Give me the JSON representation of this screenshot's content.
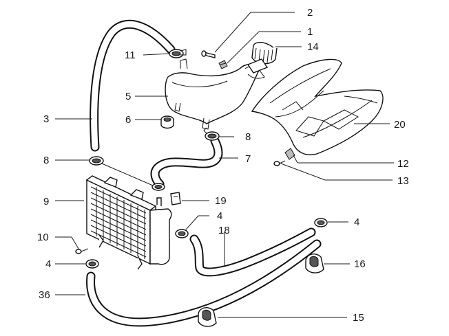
{
  "callouts": [
    {
      "id": "c2",
      "text": "2"
    },
    {
      "id": "c1",
      "text": "1"
    },
    {
      "id": "c14",
      "text": "14"
    },
    {
      "id": "c11",
      "text": "11"
    },
    {
      "id": "c5",
      "text": "5"
    },
    {
      "id": "c3",
      "text": "3"
    },
    {
      "id": "c6",
      "text": "6"
    },
    {
      "id": "c8a",
      "text": "8"
    },
    {
      "id": "c20",
      "text": "20"
    },
    {
      "id": "c8b",
      "text": "8"
    },
    {
      "id": "c7",
      "text": "7"
    },
    {
      "id": "c12",
      "text": "12"
    },
    {
      "id": "c13",
      "text": "13"
    },
    {
      "id": "c9",
      "text": "9"
    },
    {
      "id": "c19",
      "text": "19"
    },
    {
      "id": "c4a",
      "text": "4"
    },
    {
      "id": "c4b",
      "text": "4"
    },
    {
      "id": "c18",
      "text": "18"
    },
    {
      "id": "c10",
      "text": "10"
    },
    {
      "id": "c4c",
      "text": "4"
    },
    {
      "id": "c16",
      "text": "16"
    },
    {
      "id": "c36",
      "text": "36"
    },
    {
      "id": "c15",
      "text": "15"
    }
  ]
}
